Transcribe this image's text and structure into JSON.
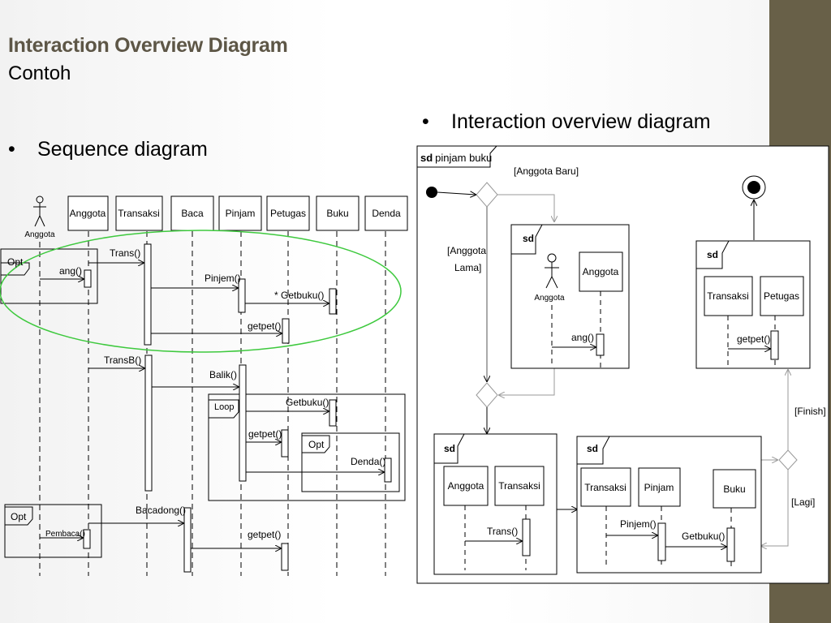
{
  "slide": {
    "title": "Interaction Overview Diagram",
    "subtitle": "Contoh",
    "bullet_left": "Sequence diagram",
    "bullet_right": "Interaction overview diagram",
    "bullet_symbol": "•"
  },
  "sequence": {
    "actor": "Anggota",
    "lifelines": [
      "Anggota",
      "Transaksi",
      "Baca",
      "Pinjam",
      "Petugas",
      "Buku",
      "Denda"
    ],
    "fragments": {
      "opt1": "Opt",
      "loop": "Loop",
      "opt2": "Opt",
      "opt3": "Opt"
    },
    "messages": {
      "trans": "Trans()",
      "ang": "ang()",
      "pinjem": "Pinjem()",
      "getbuku_star": "* Getbuku()",
      "getpet1": "getpet()",
      "transb": "TransB()",
      "balik": "Balik()",
      "getbuku2": "Getbuku()",
      "getpet2": "getpet()",
      "denda": "Denda()",
      "bacadong": "Bacadong()",
      "pembaca": "Pembaca()",
      "getpet3": "getpet()"
    }
  },
  "overview": {
    "frame_keyword": "sd",
    "frame_name": "pinjam buku",
    "guard_baru": "[Anggota Baru]",
    "guard_lama_1": "[Anggota",
    "guard_lama_2": "Lama]",
    "guard_finish": "[Finish]",
    "guard_lagi": "[Lagi]",
    "ref1": {
      "actor": "Anggota",
      "box": "Anggota",
      "msg": "ang()"
    },
    "ref2": {
      "box1": "Transaksi",
      "box2": "Petugas",
      "msg": "getpet()"
    },
    "ref3": {
      "box1": "Anggota",
      "box2": "Transaksi",
      "msg": "Trans()"
    },
    "ref4": {
      "box1": "Transaksi",
      "box2": "Pinjam",
      "box3": "Buku",
      "msg1": "Pinjem()",
      "msg2": "Getbuku()"
    }
  }
}
